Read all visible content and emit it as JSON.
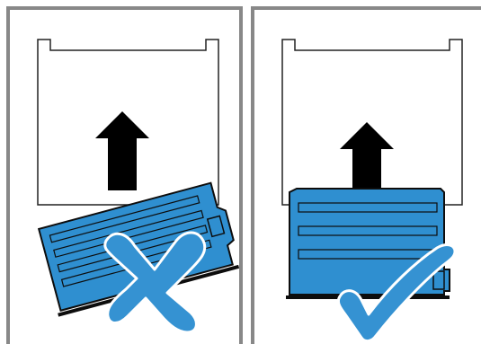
{
  "illustration": {
    "panels": [
      {
        "id": "incorrect",
        "result": "incorrect",
        "mark_icon": "cross-mark-icon",
        "arrow_icon": "up-arrow-icon",
        "tray_state": "tilted"
      },
      {
        "id": "correct",
        "result": "correct",
        "mark_icon": "check-mark-icon",
        "arrow_icon": "up-arrow-icon",
        "tray_state": "level"
      }
    ]
  },
  "colors": {
    "frame": "#888888",
    "slot_outline": "#222222",
    "tray_fill": "#2f8fd0",
    "tray_stroke": "#0d0d0d",
    "mark_fill": "#3592d2",
    "mark_outline": "#ffffff",
    "arrow": "#000000",
    "background": "#ffffff"
  }
}
